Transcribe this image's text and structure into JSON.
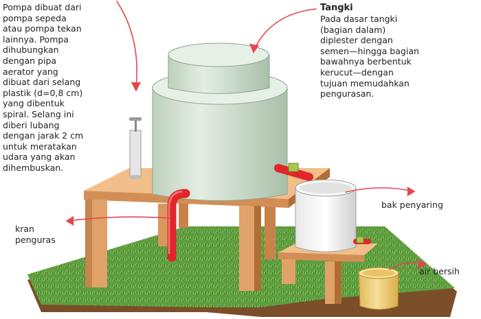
{
  "annotations": {
    "pompa": {
      "lines": [
        "Pompa dibuat dari",
        "pompa sepeda",
        "atau pompa tekan",
        "lainnya. Pompa",
        "dihubungkan",
        "dengan pipa",
        "aerator yang",
        "dibuat dari selang",
        "plastik (d=0,8 cm)",
        "yang dibentuk",
        "spiral. Selang ini",
        "diberi lubang",
        "dengan jarak 2 cm",
        "untuk meratakan",
        "udara yang akan",
        "dihembuskan."
      ]
    },
    "tangki": {
      "title": "Tangki",
      "lines": [
        "Pada dasar tangki",
        "(bagian dalam)",
        "diplester dengan",
        "semen—hingga bagian",
        "bawahnya berbentuk",
        "kerucut—dengan",
        "tujuan memudahkan",
        "pengurasan."
      ]
    },
    "kran": {
      "lines": [
        "kran",
        "penguras"
      ]
    },
    "bak_penyaring": {
      "label": "bak penyaring"
    },
    "air_bersih": {
      "label": "air bersih"
    }
  },
  "colors": {
    "grass": "#5f9e3f",
    "grass_dark": "#3f7a2a",
    "grass_light": "#8cc466",
    "soil": "#8a5a2e",
    "wood_top": "#f2be8a",
    "wood_side": "#d38e55",
    "wood_dark": "#b06d35",
    "tank": "#d3e2d3",
    "tank_shade": "#a9bfa9",
    "tank_light": "#e7f0e6",
    "pipe_red": "#e0262a",
    "arrow_red": "#e3474f",
    "valve_green": "#a8c84a",
    "bucket": "#f0d37c",
    "bucket_shade": "#d9ad45",
    "pump": "#e2e2e2"
  }
}
